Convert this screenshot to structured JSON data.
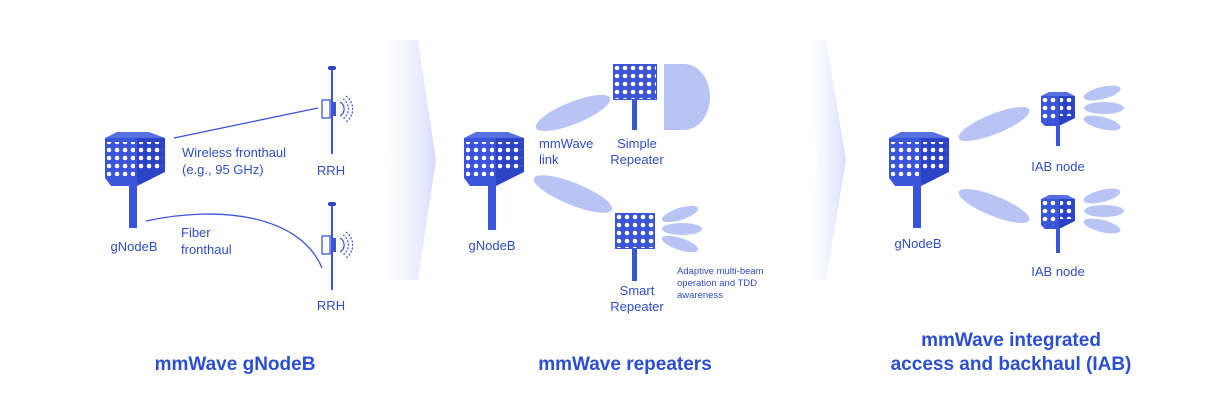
{
  "colors": {
    "primary": "#3a55d8",
    "dark": "#2b43c4",
    "light": "#b7c4f4",
    "text": "#2e4fc4",
    "chevron": "#dde3fb"
  },
  "panel1": {
    "title": "mmWave gNodeB",
    "gnb_label": "gNodeB",
    "wireless_line1": "Wireless fronthaul",
    "wireless_line2": "(e.g., 95 GHz)",
    "fiber_line1": "Fiber",
    "fiber_line2": "fronthaul",
    "rrh_top": "RRH",
    "rrh_bottom": "RRH"
  },
  "panel2": {
    "title": "mmWave repeaters",
    "gnb_label": "gNodeB",
    "link_line1": "mmWave",
    "link_line2": "link",
    "simple_line1": "Simple",
    "simple_line2": "Repeater",
    "smart_line1": "Smart",
    "smart_line2": "Repeater",
    "adaptive_line1": "Adaptive multi-beam",
    "adaptive_line2": "operation and TDD",
    "adaptive_line3": "awareness"
  },
  "panel3": {
    "title_line1": "mmWave integrated",
    "title_line2": "access and backhaul (IAB)",
    "gnb_label": "gNodeB",
    "iab_top": "IAB node",
    "iab_bottom": "IAB node"
  }
}
